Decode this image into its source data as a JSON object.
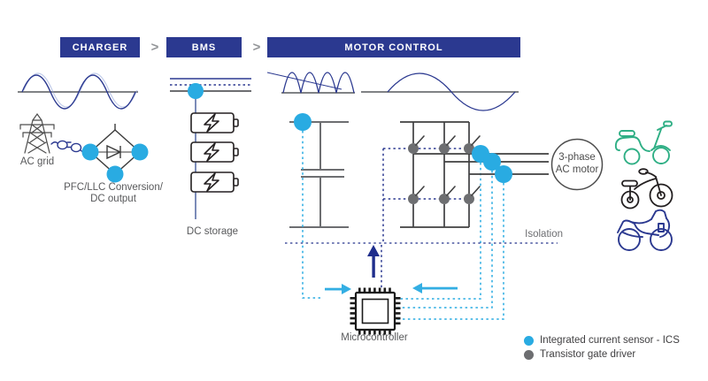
{
  "colors": {
    "header_bg": "#2B3990",
    "header_text": "#FFFFFF",
    "navy_line": "#2B3990",
    "ics_blue": "#29ABE2",
    "gate_gray": "#6D6E71",
    "baseline_gray": "#808285",
    "label_gray": "#58595B",
    "vehicle_green": "#2FAF85",
    "vehicle_black": "#231F20",
    "vehicle_navy": "#2B3990"
  },
  "pipeline": {
    "separator": ">",
    "stages": [
      {
        "label": "CHARGER"
      },
      {
        "label": "BMS"
      },
      {
        "label": "MOTOR CONTROL"
      }
    ]
  },
  "charger": {
    "ac_grid_label": "AC grid",
    "conversion_label_line1": "PFC/LLC Conversion/",
    "conversion_label_line2": "DC output"
  },
  "bms": {
    "storage_label": "DC storage"
  },
  "motor_control": {
    "isolation_label": "Isolation",
    "microcontroller_label": "Microcontroller",
    "motor_label_line1": "3-phase",
    "motor_label_line2": "AC motor"
  },
  "legend": {
    "items": [
      {
        "label": "Integrated current sensor - ICS",
        "color": "#29ABE2"
      },
      {
        "label": "Transistor gate driver",
        "color": "#6D6E71"
      }
    ]
  }
}
